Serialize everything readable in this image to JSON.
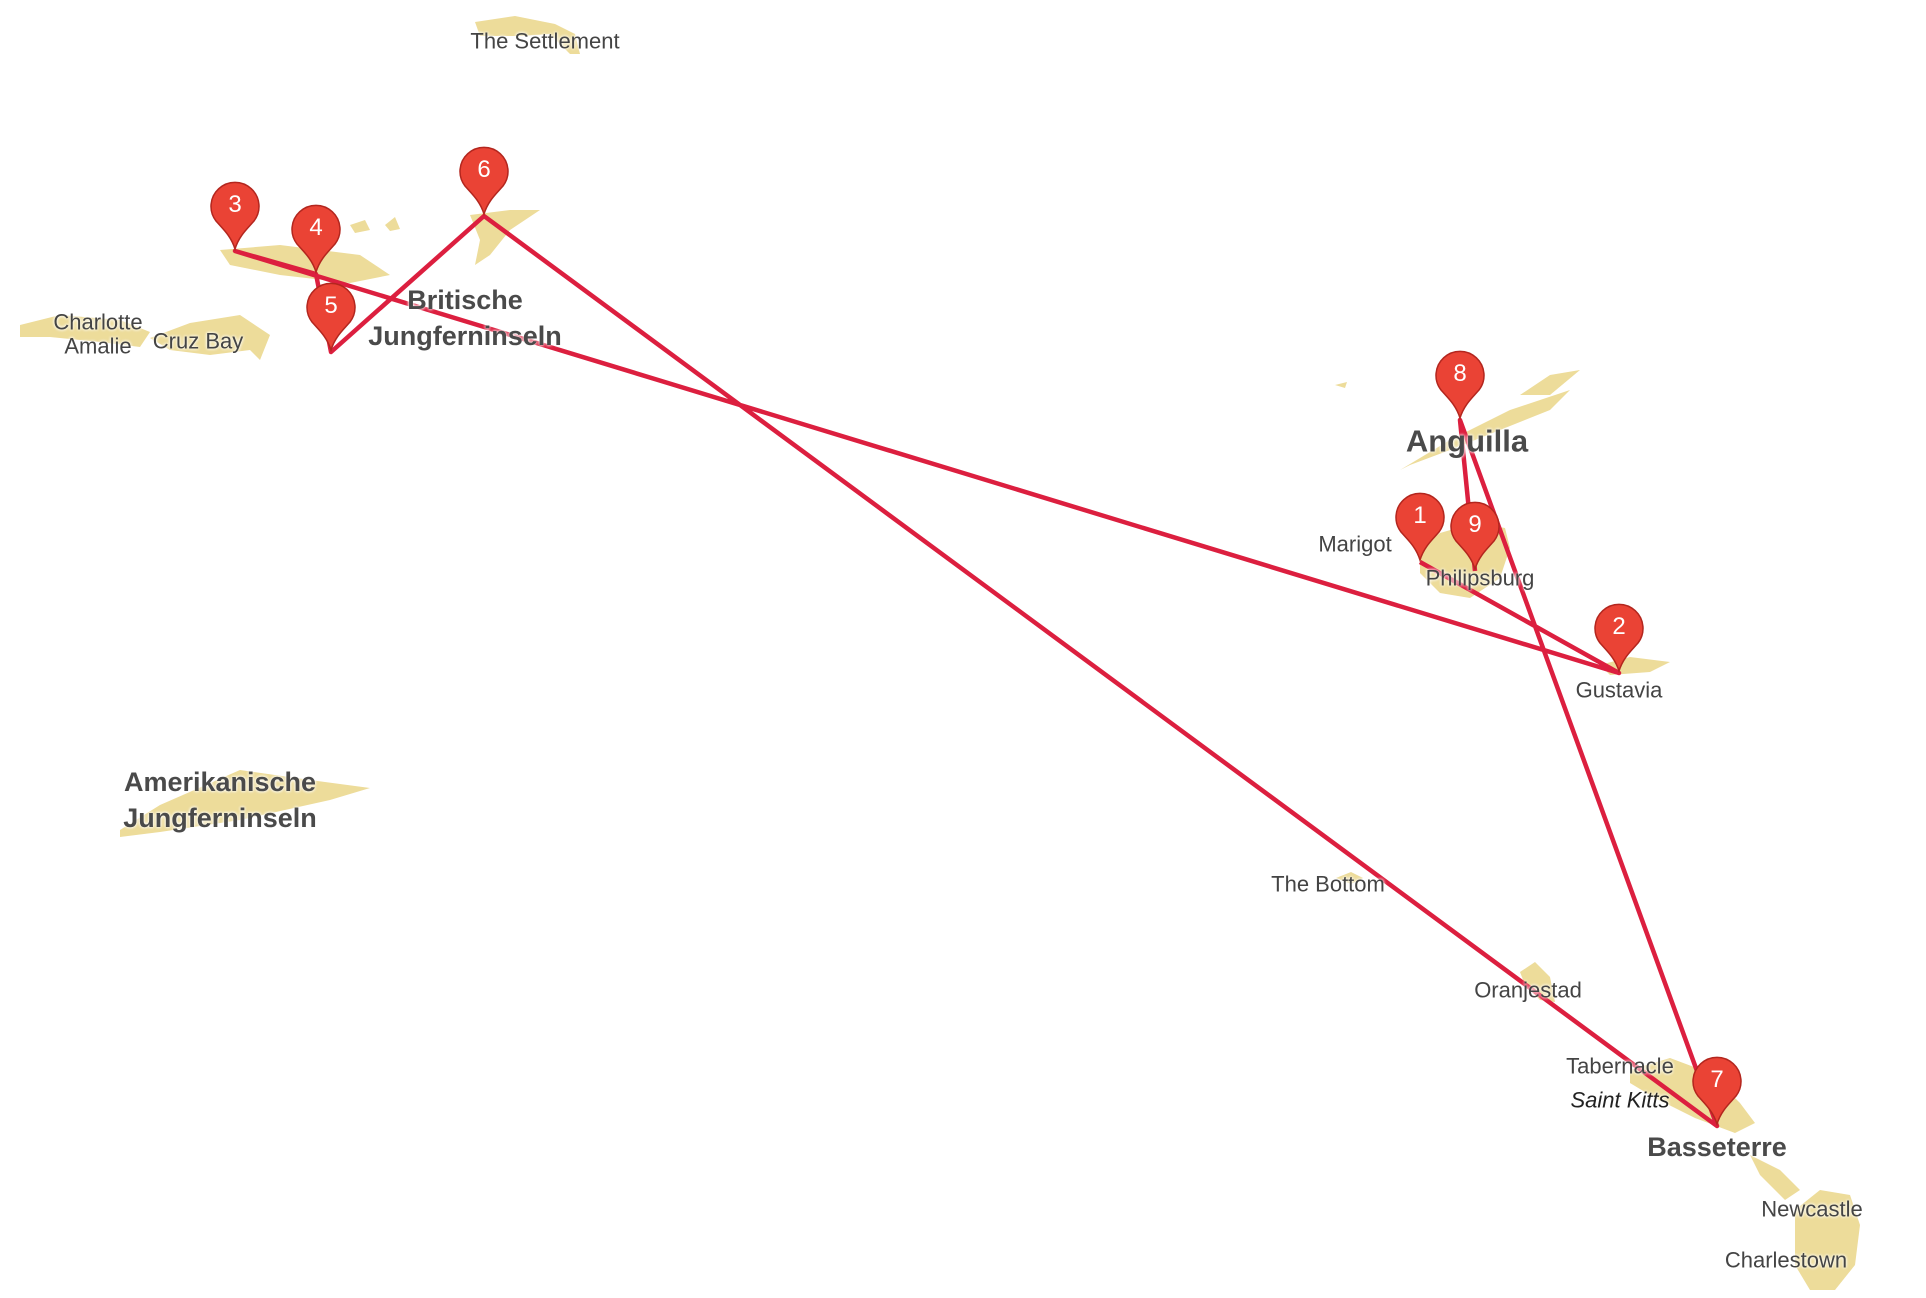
{
  "map": {
    "accent": "#dc1f3f",
    "land_color": "#eddc9a",
    "marker_color": "#ea4335",
    "labels": {
      "settlement": "The Settlement",
      "bvi_1": "Britische",
      "bvi_2": "Jungferninseln",
      "charlotte_1": "Charlotte",
      "charlotte_2": "Amalie",
      "cruz_bay": "Cruz Bay",
      "anguilla": "Anguilla",
      "marigot": "Marigot",
      "philipsburg": "Philipsburg",
      "gustavia": "Gustavia",
      "usvi_1": "Amerikanische",
      "usvi_2": "Jungferninseln",
      "the_bottom": "The Bottom",
      "oranjestad": "Oranjestad",
      "tabernacle": "Tabernacle",
      "saint_kitts": "Saint Kitts",
      "basseterre": "Basseterre",
      "newcastle": "Newcastle",
      "charlestown": "Charlestown"
    },
    "markers": [
      "1",
      "2",
      "3",
      "4",
      "5",
      "6",
      "7",
      "8",
      "9"
    ],
    "route_order": [
      "1",
      "2",
      "3",
      "4",
      "5",
      "6",
      "7",
      "8",
      "9"
    ]
  }
}
